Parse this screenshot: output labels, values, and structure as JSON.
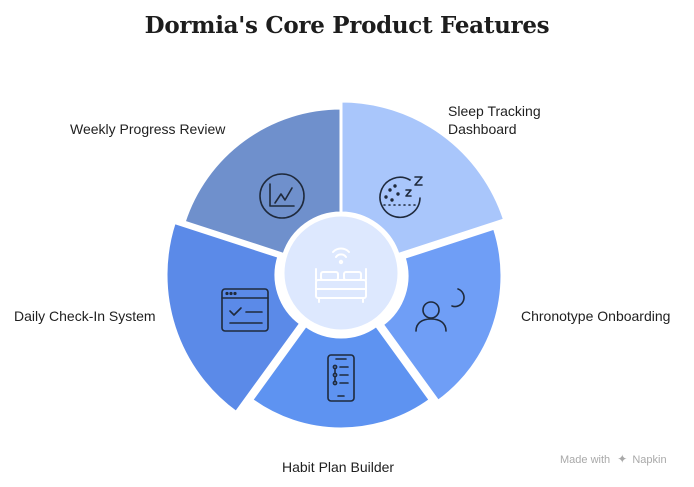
{
  "title": "Dormia's Core Product Features",
  "center": {
    "icon": "bed-wifi-icon"
  },
  "segments": [
    {
      "id": "sleep-tracking",
      "label_lines": [
        "Sleep Tracking",
        "Dashboard"
      ],
      "icon": "sleep-z-chart-icon",
      "color": "#a9c6fb"
    },
    {
      "id": "chronotype",
      "label_lines": [
        "Chronotype Onboarding"
      ],
      "icon": "person-moon-icon",
      "color": "#6f9ef6"
    },
    {
      "id": "habit-plan",
      "label_lines": [
        "Habit Plan Builder"
      ],
      "icon": "phone-checklist-icon",
      "color": "#5e93f1"
    },
    {
      "id": "daily-checkin",
      "label_lines": [
        "Daily Check-In System"
      ],
      "icon": "checklist-window-icon",
      "color": "#5b8ae8"
    },
    {
      "id": "weekly-review",
      "label_lines": [
        "Weekly Progress Review"
      ],
      "icon": "trend-chart-icon",
      "color": "#6f90cc"
    }
  ],
  "footer": {
    "made_with": "Made with",
    "brand": "Napkin",
    "brand_icon": "napkin-logo-icon"
  }
}
